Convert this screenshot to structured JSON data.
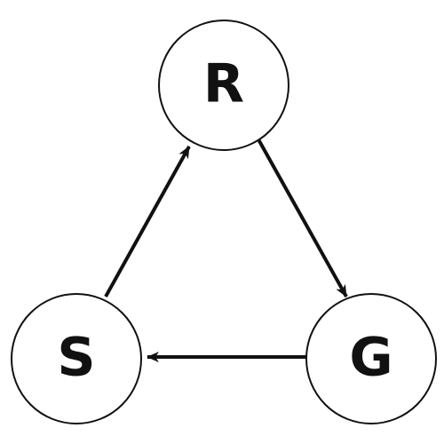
{
  "diagram": {
    "nodes": [
      {
        "id": "r",
        "label": "R"
      },
      {
        "id": "g",
        "label": "G"
      },
      {
        "id": "s",
        "label": "S"
      }
    ],
    "edges": [
      {
        "from": "r",
        "to": "g"
      },
      {
        "from": "g",
        "to": "s"
      },
      {
        "from": "s",
        "to": "r"
      }
    ],
    "colors": {
      "stroke": "#111111",
      "fill": "#ffffff",
      "text": "#111111"
    }
  }
}
